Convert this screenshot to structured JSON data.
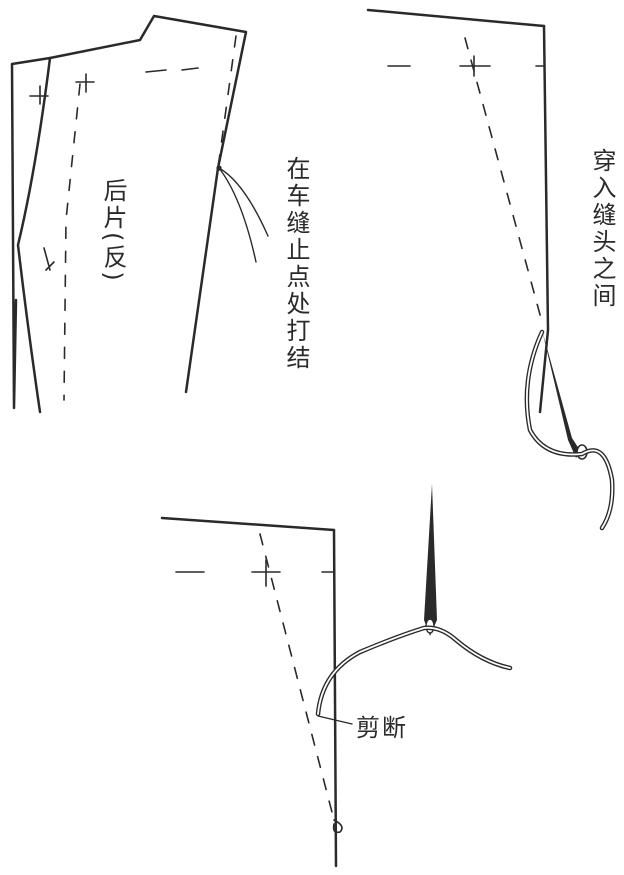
{
  "panel_1": {
    "piece_label": "后片(反)",
    "instruction": "在车缝止点处打结"
  },
  "panel_2": {
    "instruction": "穿入缝头之间"
  },
  "panel_3": {
    "instruction": "剪断"
  },
  "colors": {
    "ink": "#2a2a2a",
    "paper": "#ffffff"
  },
  "icons": [
    "needle-icon",
    "thread-icon",
    "knot-icon"
  ]
}
